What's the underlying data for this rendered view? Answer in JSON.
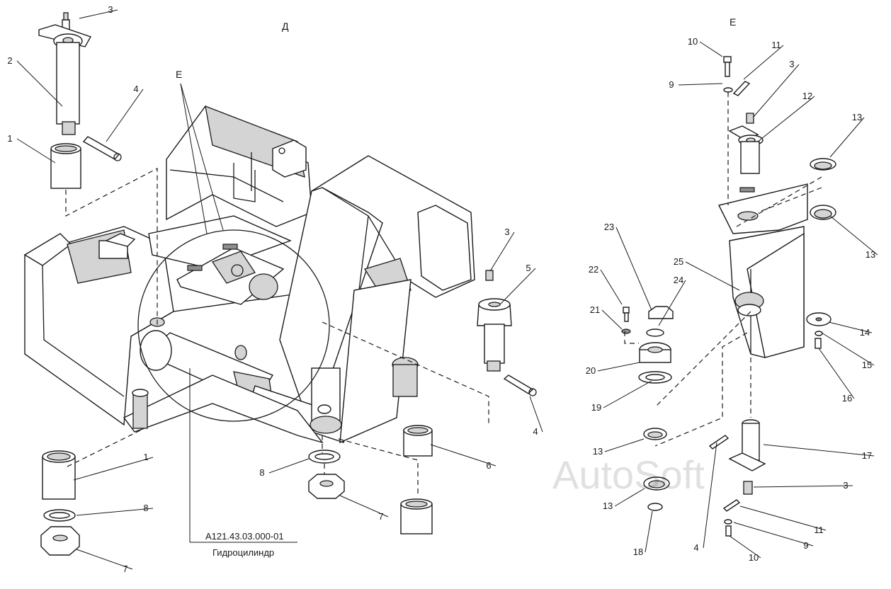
{
  "views": {
    "left": "Д",
    "right": "Е",
    "detail_mark": "Е"
  },
  "assembly": {
    "code": "А121.43.03.000-01",
    "name": "Гидроцилиндр"
  },
  "watermark": "AutoSoft",
  "callouts_left": [
    {
      "id": "l3a",
      "num": "3"
    },
    {
      "id": "l2",
      "num": "2"
    },
    {
      "id": "l4a",
      "num": "4"
    },
    {
      "id": "l1a",
      "num": "1"
    },
    {
      "id": "l3b",
      "num": "3"
    },
    {
      "id": "l5",
      "num": "5"
    },
    {
      "id": "l4b",
      "num": "4"
    },
    {
      "id": "l6",
      "num": "6"
    },
    {
      "id": "l8a",
      "num": "8"
    },
    {
      "id": "l7a",
      "num": "7"
    },
    {
      "id": "l1b",
      "num": "1"
    },
    {
      "id": "l8b",
      "num": "8"
    },
    {
      "id": "l7b",
      "num": "7"
    }
  ],
  "callouts_right": [
    {
      "id": "r10a",
      "num": "10"
    },
    {
      "id": "r11a",
      "num": "11"
    },
    {
      "id": "r9a",
      "num": "9"
    },
    {
      "id": "r3a",
      "num": "3"
    },
    {
      "id": "r12",
      "num": "12"
    },
    {
      "id": "r13a",
      "num": "13"
    },
    {
      "id": "r13b",
      "num": "13"
    },
    {
      "id": "r23",
      "num": "23"
    },
    {
      "id": "r22",
      "num": "22"
    },
    {
      "id": "r25",
      "num": "25"
    },
    {
      "id": "r24",
      "num": "24"
    },
    {
      "id": "r21",
      "num": "21"
    },
    {
      "id": "r14",
      "num": "14"
    },
    {
      "id": "r15",
      "num": "15"
    },
    {
      "id": "r20",
      "num": "20"
    },
    {
      "id": "r16",
      "num": "16"
    },
    {
      "id": "r19",
      "num": "19"
    },
    {
      "id": "r17",
      "num": "17"
    },
    {
      "id": "r13c",
      "num": "13"
    },
    {
      "id": "r3b",
      "num": "3"
    },
    {
      "id": "r13d",
      "num": "13"
    },
    {
      "id": "r11b",
      "num": "11"
    },
    {
      "id": "r18",
      "num": "18"
    },
    {
      "id": "r9b",
      "num": "9"
    },
    {
      "id": "r4",
      "num": "4"
    },
    {
      "id": "r10b",
      "num": "10"
    }
  ]
}
